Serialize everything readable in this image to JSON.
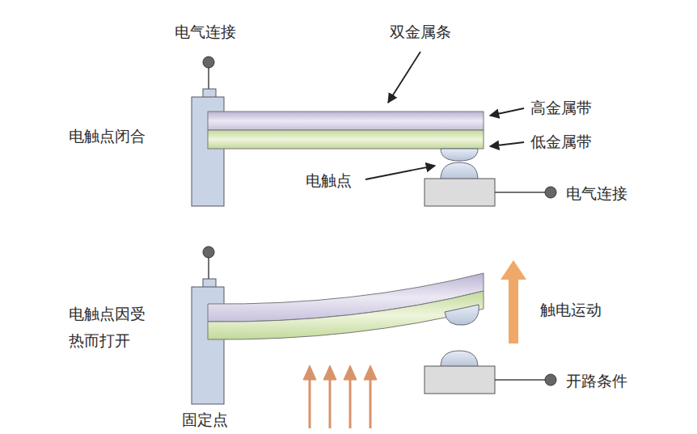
{
  "diagram": {
    "labels": [
      "电气连接",
      "双金属条",
      "电触点闭合",
      "高金属带",
      "低金属带",
      "电触点",
      "电气连接",
      "电触点因受热而打开",
      "触电运动",
      "开路条件",
      "固定点"
    ]
  }
}
